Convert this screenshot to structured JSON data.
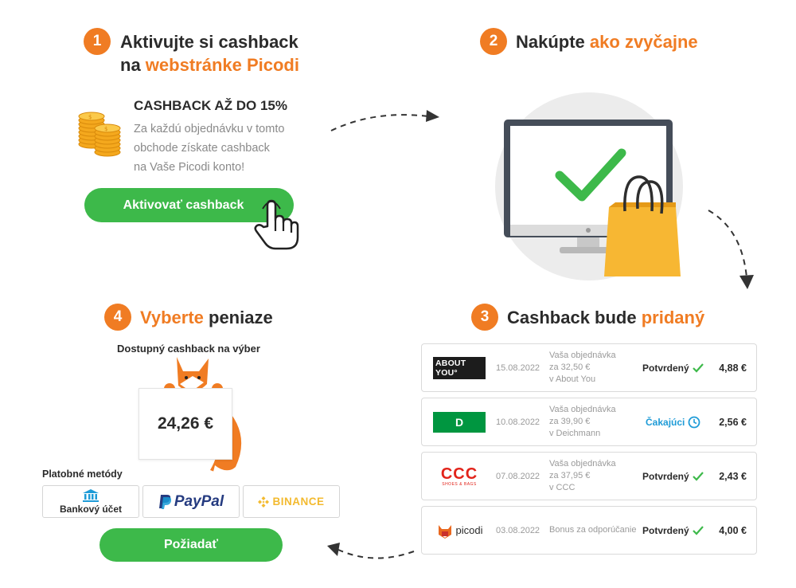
{
  "step1": {
    "number": "1",
    "title_line1": "Aktivujte si cashback",
    "title_line2_prefix": "na ",
    "title_line2_highlight": "webstránke Picodi",
    "headline": "CASHBACK AŽ DO 15%",
    "desc_line1": "Za každú objednávku v tomto",
    "desc_line2": "obchode získate cashback",
    "desc_line3": "na Vaše Picodi konto!",
    "button_label": "Aktivovať cashback"
  },
  "step2": {
    "number": "2",
    "title_plain": "Nakúpte ",
    "title_highlight": "ako zvyčajne"
  },
  "step3": {
    "number": "3",
    "title_plain": "Cashback bude ",
    "title_highlight": "pridaný",
    "orders": [
      {
        "store_logo": "ABOUT YOU°",
        "date": "15.08.2022",
        "desc_line1": "Vaša objednávka",
        "desc_line2": "za 32,50 €",
        "desc_line3": "v About You",
        "status": "Potvrdený",
        "status_icon": "check-icon",
        "amount": "4,88 €"
      },
      {
        "store_logo": "D",
        "date": "10.08.2022",
        "desc_line1": "Vaša objednávka",
        "desc_line2": "za 39,90 €",
        "desc_line3": "v Deichmann",
        "status": "Čakajúci",
        "status_icon": "clock-icon",
        "amount": "2,56 €"
      },
      {
        "store_logo": "CCC",
        "store_logo_sub": "SHOES & BAGS",
        "date": "07.08.2022",
        "desc_line1": "Vaša objednávka",
        "desc_line2": "za 37,95 €",
        "desc_line3": "v CCC",
        "status": "Potvrdený",
        "status_icon": "check-icon",
        "amount": "2,43 €"
      },
      {
        "store_logo": "picodi",
        "date": "03.08.2022",
        "desc_line1": "Bonus za odporúčanie",
        "status": "Potvrdený",
        "status_icon": "check-icon",
        "amount": "4,00 €"
      }
    ]
  },
  "step4": {
    "number": "4",
    "title_highlight": "Vyberte",
    "title_plain": " peniaze",
    "available_label": "Dostupný cashback na výber",
    "available_amount": "24,26 €",
    "payment_methods_label": "Platobné metódy",
    "payment_methods": [
      "Bankový účet",
      "PayPal",
      "BINANCE"
    ],
    "button_label": "Požiadať"
  },
  "colors": {
    "accent": "#f07c23",
    "green": "#3db94a",
    "pending_blue": "#1e9bd7",
    "paypal_dark": "#253b80",
    "paypal_light": "#179bd7",
    "binance": "#f3ba2f",
    "ccc_red": "#e2231a",
    "deichmann_green": "#009640"
  }
}
